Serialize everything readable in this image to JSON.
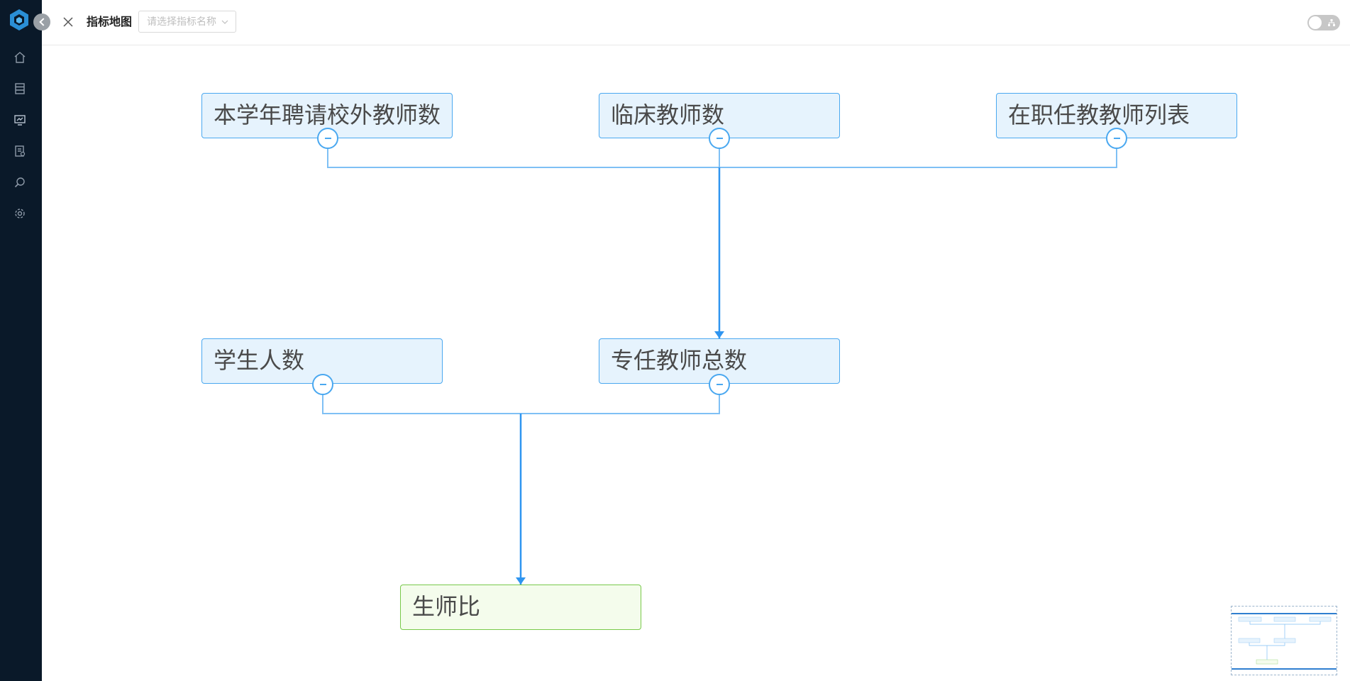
{
  "header": {
    "title": "指标地图",
    "select_placeholder": "请选择指标名称",
    "close_icon": "close-icon",
    "toggle_icon": "hierarchy-icon"
  },
  "sidebar": {
    "icons": [
      "home-icon",
      "table-icon",
      "monitor-chart-icon",
      "report-icon",
      "search-icon",
      "gear-icon"
    ]
  },
  "diagram": {
    "nodes": [
      {
        "id": "n1",
        "label": "本学年聘请校外教师数",
        "kind": "source"
      },
      {
        "id": "n2",
        "label": "临床教师数",
        "kind": "source"
      },
      {
        "id": "n3",
        "label": "在职任教教师列表",
        "kind": "source"
      },
      {
        "id": "n4",
        "label": "学生人数",
        "kind": "source"
      },
      {
        "id": "n5",
        "label": "专任教师总数",
        "kind": "intermediate"
      },
      {
        "id": "n6",
        "label": "生师比",
        "kind": "result"
      }
    ],
    "edges": [
      {
        "from": [
          "n1",
          "n2",
          "n3"
        ],
        "to": "n5"
      },
      {
        "from": [
          "n4",
          "n5"
        ],
        "to": "n6"
      }
    ]
  },
  "colors": {
    "sidebar_bg": "#0a1929",
    "node_border": "#4aa8f0",
    "node_fill": "#e6f3fd",
    "result_border": "#78c94a",
    "result_fill": "#f4fcec",
    "connector": "#7fc0f5",
    "arrow": "#2f95f0"
  }
}
